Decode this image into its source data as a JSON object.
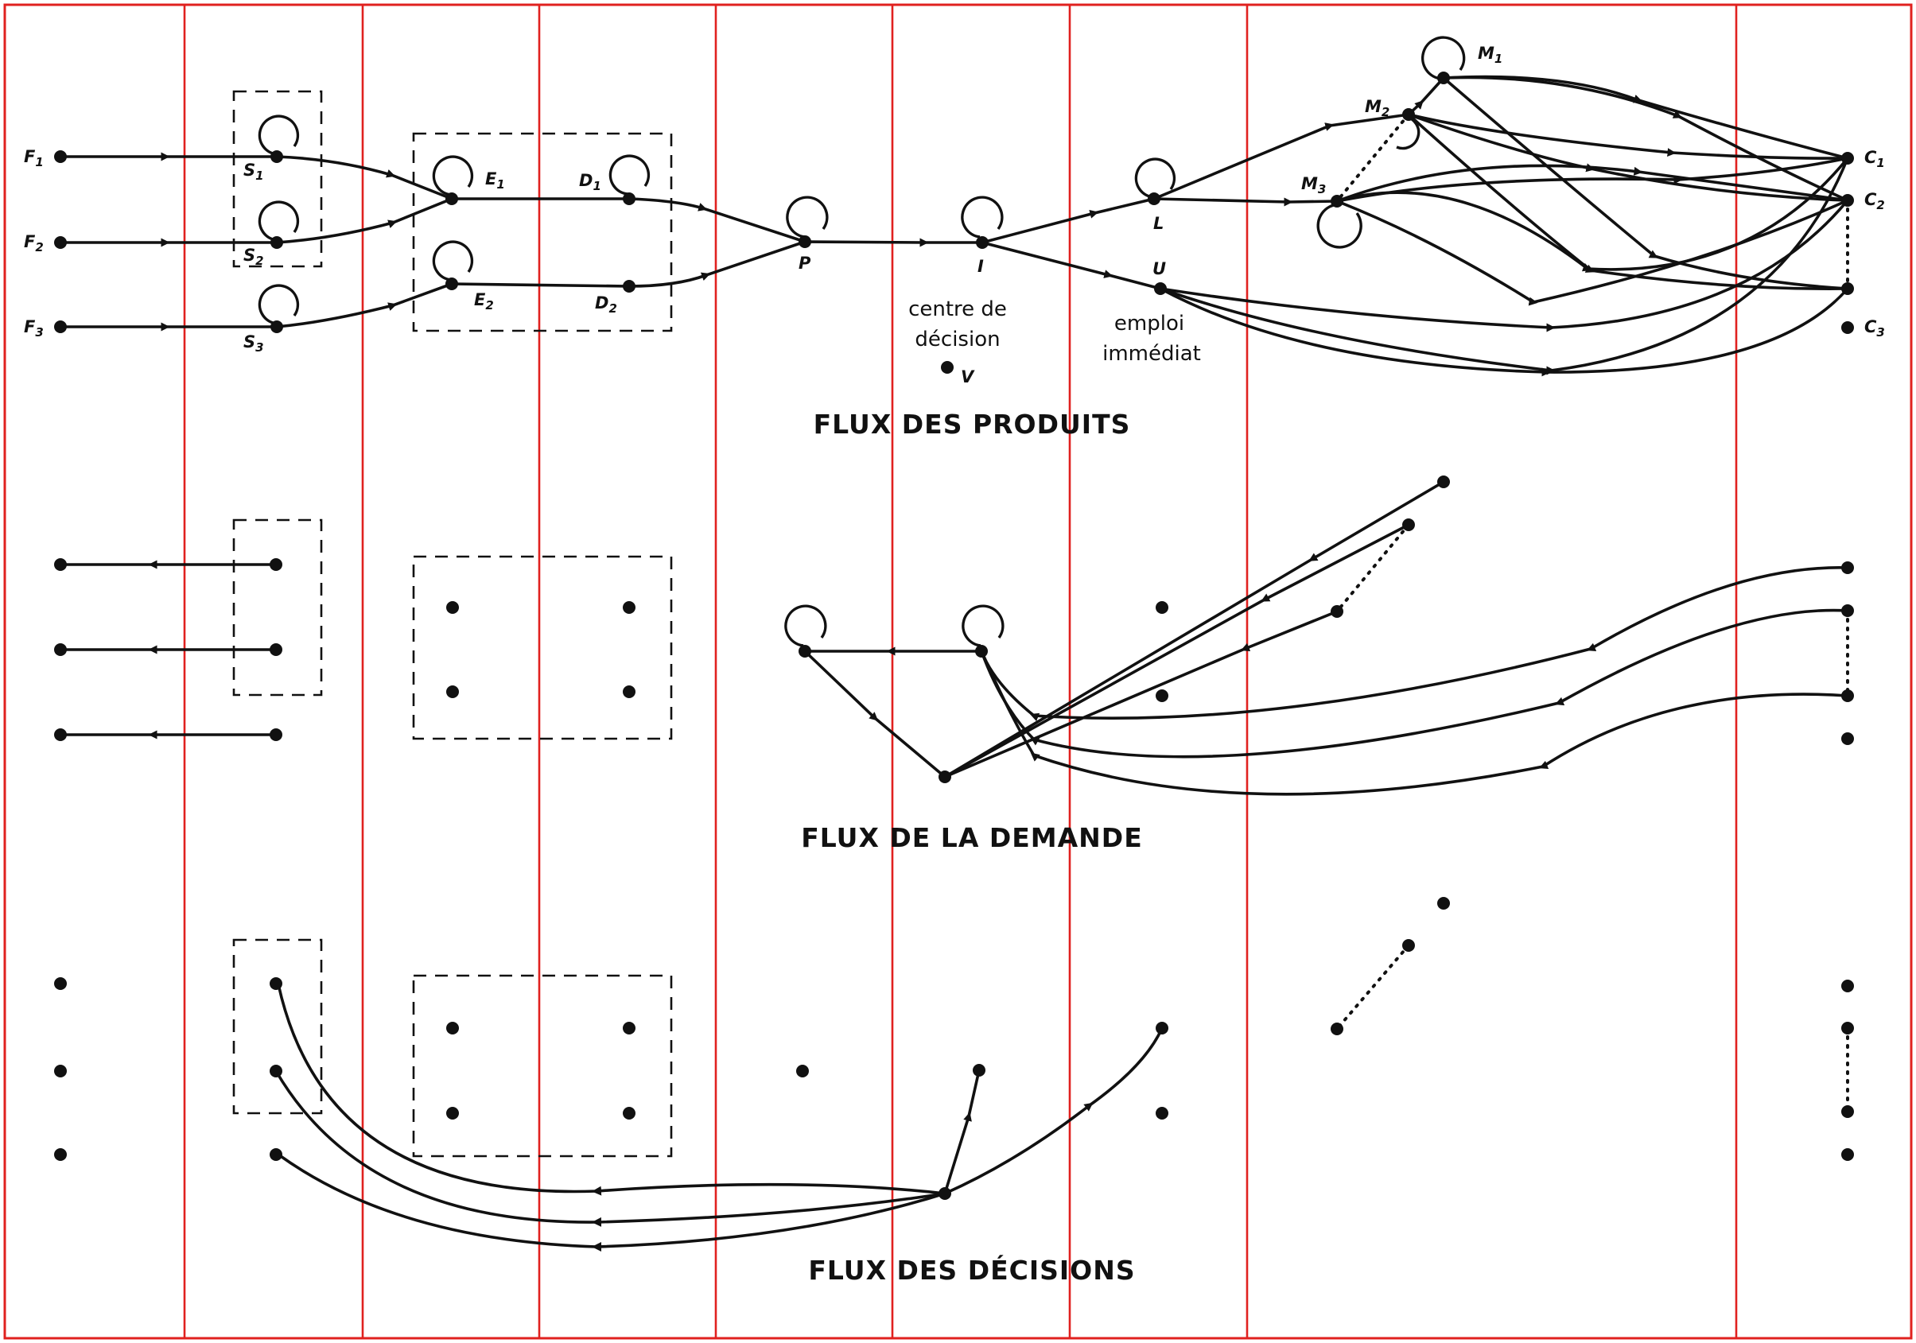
{
  "headings": {
    "produits": "FLUX DES PRODUITS",
    "demande": "FLUX DE LA DEMANDE",
    "decisions": "FLUX DES DÉCISIONS"
  },
  "nodes": {
    "F1": {
      "letter": "F",
      "sub": "1"
    },
    "F2": {
      "letter": "F",
      "sub": "2"
    },
    "F3": {
      "letter": "F",
      "sub": "3"
    },
    "S1": {
      "letter": "S",
      "sub": "1"
    },
    "S2": {
      "letter": "S",
      "sub": "2"
    },
    "S3": {
      "letter": "S",
      "sub": "3"
    },
    "E1": {
      "letter": "E",
      "sub": "1"
    },
    "E2": {
      "letter": "E",
      "sub": "2"
    },
    "D1": {
      "letter": "D",
      "sub": "1"
    },
    "D2": {
      "letter": "D",
      "sub": "2"
    },
    "P": {
      "letter": "P",
      "sub": ""
    },
    "I": {
      "letter": "I",
      "sub": ""
    },
    "V": {
      "letter": "V",
      "sub": ""
    },
    "L": {
      "letter": "L",
      "sub": ""
    },
    "U": {
      "letter": "U",
      "sub": ""
    },
    "M1": {
      "letter": "M",
      "sub": "1"
    },
    "M2": {
      "letter": "M",
      "sub": "2"
    },
    "M3": {
      "letter": "M",
      "sub": "3"
    },
    "C1": {
      "letter": "C",
      "sub": "1"
    },
    "C2": {
      "letter": "C",
      "sub": "2"
    },
    "C3": {
      "letter": "C",
      "sub": "3"
    }
  },
  "notes": {
    "centre_line1": "centre de",
    "centre_line2": "décision",
    "emploi_line1": "emploi",
    "emploi_line2": "immédiat"
  },
  "colors": {
    "frame": "#e0211f",
    "ink": "#111111"
  }
}
